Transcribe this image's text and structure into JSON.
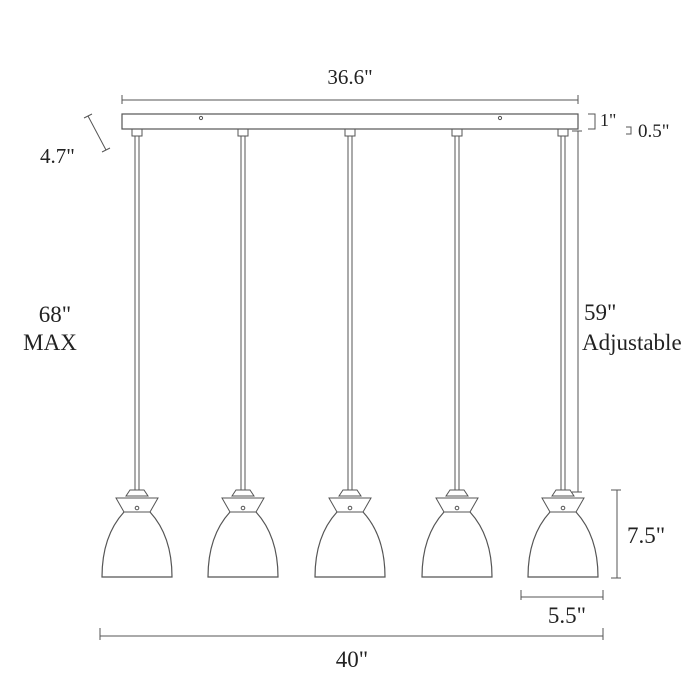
{
  "colors": {
    "line": "#555555",
    "text": "#222222",
    "background": "#ffffff"
  },
  "dimensions": {
    "canopy_length": "36.6\"",
    "canopy_depth": "4.7\"",
    "canopy_height": "1\"",
    "cap_height": "0.5\"",
    "overall_height": "68\"",
    "overall_height_note": "MAX",
    "cord_length": "59\"",
    "cord_length_note": "Adjustable",
    "shade_height": "7.5\"",
    "shade_width": "5.5\"",
    "overall_length": "40\""
  },
  "fixture": {
    "pendant_count": 5
  }
}
